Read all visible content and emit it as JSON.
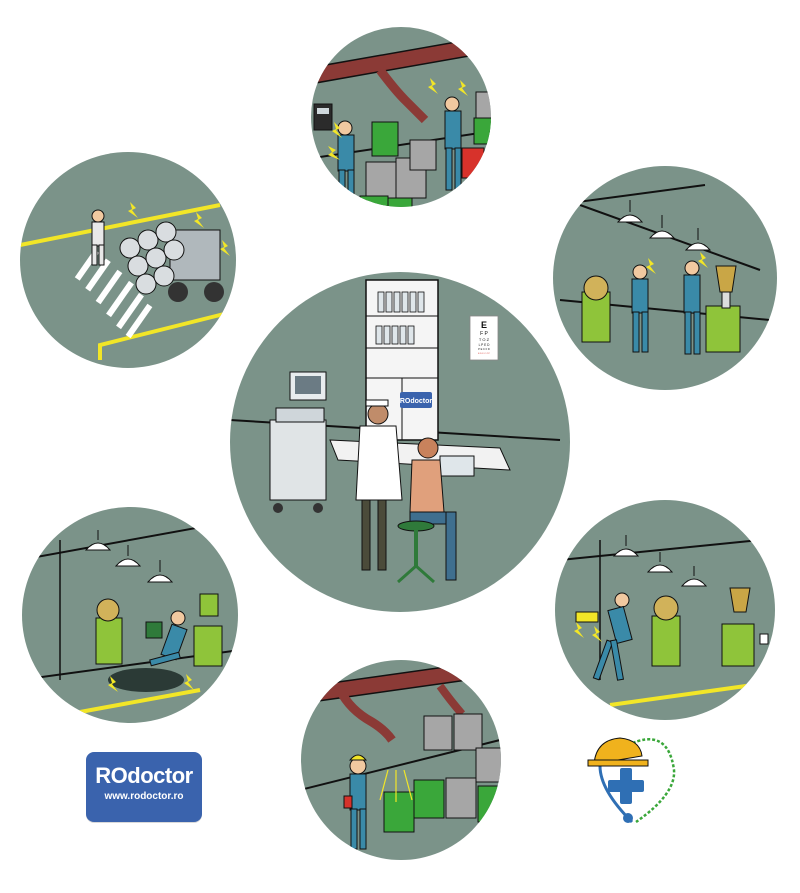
{
  "logo": {
    "name": "ROdoctor",
    "url": "www.rodoctor.ro"
  },
  "cabinet_badge": "ROdoctor",
  "eye_chart": {
    "rows": [
      "E",
      "F P",
      "T O Z",
      "L P E D",
      "P E C F D",
      "E D F C Z P"
    ]
  },
  "colors": {
    "scene_background": "#7b9389",
    "worker_uniform": "#3a8aa8",
    "barrel_green": "#3aa73a",
    "machine_green": "#8fc43a",
    "barrel_gray": "#a6a6a6",
    "pipe": "#8b3a36",
    "hazard_yellow": "#f2e627",
    "logo_blue": "#3a63ad",
    "helmet_yellow": "#f0b21d",
    "cross_blue": "#2f6fb4"
  },
  "scenes": [
    {
      "id": "center",
      "topic": "medical-exam-cabinet"
    },
    {
      "id": "top",
      "topic": "fume-extraction-barrels"
    },
    {
      "id": "top-left",
      "topic": "forklift-crosswalk"
    },
    {
      "id": "top-right",
      "topic": "machine-operators"
    },
    {
      "id": "bottom-left",
      "topic": "slip-hazard"
    },
    {
      "id": "bottom-right",
      "topic": "electrical-hazard"
    },
    {
      "id": "bottom",
      "topic": "chemical-spill-extraction"
    }
  ]
}
